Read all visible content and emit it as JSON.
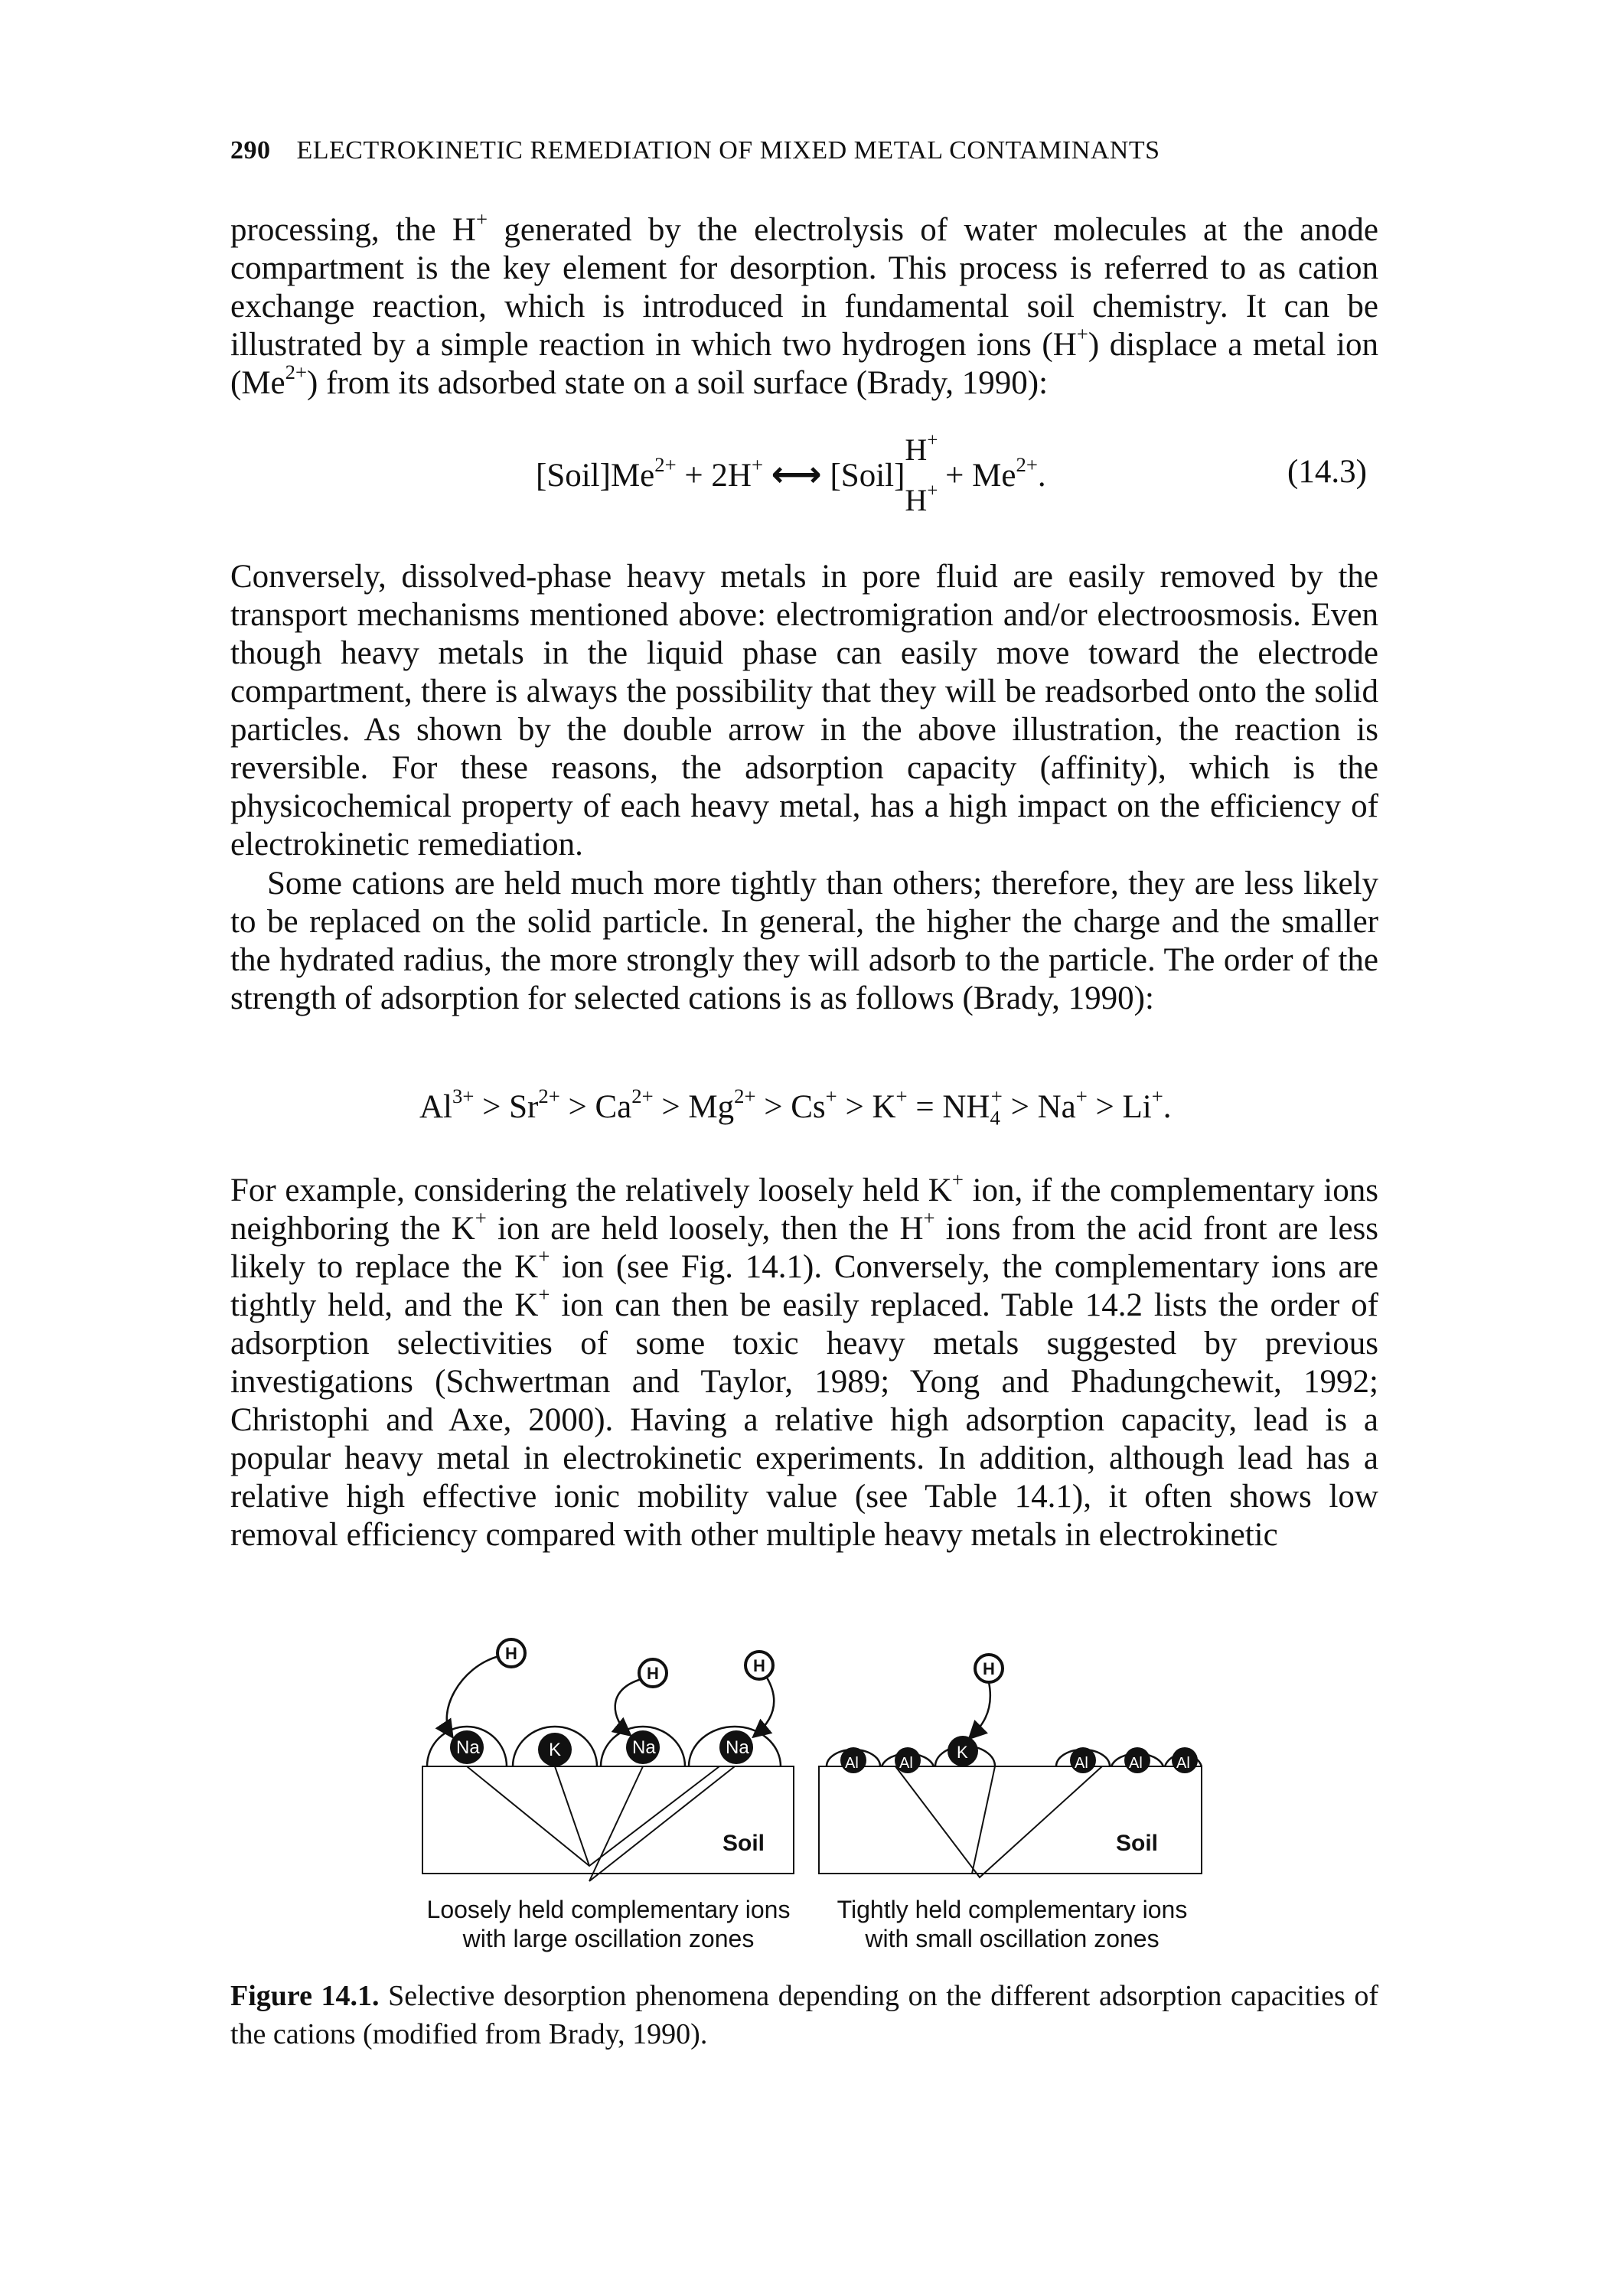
{
  "header": {
    "page_number": "290",
    "title": "ELECTROKINETIC REMEDIATION OF MIXED METAL CONTAMINANTS"
  },
  "paragraph1": {
    "t1": "processing, the H",
    "s1": "+",
    "t2": " generated by the electrolysis of water molecules at the anode compartment is the key element for desorption. This process is referred to as cation exchange reaction, which is introduced in fundamental soil chemistry. It can be illustrated by a simple reaction in which two hydrogen ions (H",
    "s2": "+",
    "t3": ") displace a metal ion (Me",
    "s3": "2+",
    "t4": ") from its adsorbed state on a soil surface (Brady, 1990):"
  },
  "equation_14_3": {
    "lhs": "[Soil]Me",
    "lhs_sup": "2+",
    "plus1": " + 2H",
    "plus1_sup": "+",
    "arrow": "⟷",
    "rhs": " [Soil]",
    "h_top": "H",
    "h_top_sup": "+",
    "h_bot": "H",
    "h_bot_sup": "+",
    "rhs2": " + Me",
    "rhs2_sup": "2+",
    "end": ".",
    "number": "(14.3)"
  },
  "paragraph2": "Conversely, dissolved-phase heavy metals in pore fluid are easily removed by the transport mechanisms mentioned above: electromigration and/or electroosmosis. Even though heavy metals in the liquid phase can easily move toward the electrode compartment, there is always the possibility that they will be readsorbed onto the solid particles. As shown by the double arrow in the above illustration, the reaction is reversible. For these reasons, the adsorption capacity (affinity), which is the physicochemical property of each heavy metal, has a high impact on the efficiency of electrokinetic remediation.",
  "paragraph3": "Some cations are held much more tightly than others; therefore, they are less likely to be replaced on the solid particle. In general, the higher the charge and the smaller the hydrated radius, the more strongly they will adsorb to the particle. The order of the strength of adsorption for selected cations is as follows (Brady, 1990):",
  "series": {
    "a": "Al",
    "a_s": "3+",
    "b": " > Sr",
    "b_s": "2+",
    "c": " > Ca",
    "c_s": "2+",
    "d": " > Mg",
    "d_s": "2+",
    "e": " > Cs",
    "e_s": "+",
    "f": " > K",
    "f_s": "+",
    "g": " = NH",
    "g_sub": "4",
    "g_s": "+",
    "h": " > Na",
    "h_s": "+",
    "i": " > Li",
    "i_s": "+",
    "end": "."
  },
  "paragraph4": {
    "t1": "For example, considering the relatively loosely held K",
    "s1": "+",
    "t2": " ion, if the complementary ions neighboring the K",
    "s2": "+",
    "t3": " ion are held loosely, then the H",
    "s3": "+",
    "t4": " ions from the acid front are less likely to replace the K",
    "s4": "+",
    "t5": " ion (see Fig. 14.1). Conversely, the complementary ions are tightly held, and the K",
    "s5": "+",
    "t6": " ion can then be easily replaced. Table 14.2 lists the order of adsorption selectivities of some toxic heavy metals suggested by previous investigations (Schwertman and Taylor, 1989; Yong and Phadungchewit, 1992; Christophi and Axe, 2000). Having a relative high adsorption capacity, lead is a popular heavy metal in electrokinetic experiments. In addition, although lead has a relative high effective ionic mobility value (see Table 14.1), it often shows low removal efficiency compared with other multiple heavy metals in electrokinetic"
  },
  "figure": {
    "left_panel": {
      "soil_label": "Soil",
      "ions": [
        "Na",
        "K",
        "Na",
        "Na"
      ],
      "h_ions": [
        "H",
        "H",
        "H"
      ],
      "label_line1": "Loosely held complementary ions",
      "label_line2": "with large oscillation zones"
    },
    "right_panel": {
      "soil_label": "Soil",
      "ions": [
        "Al",
        "Al",
        "K",
        "Al",
        "Al",
        "Al"
      ],
      "h_ions": [
        "H"
      ],
      "label_line1": "Tightly held complementary ions",
      "label_line2": "with small oscillation zones"
    }
  },
  "caption": {
    "label": "Figure 14.1.",
    "text": " Selective desorption phenomena depending on the different adsorption capacities of the cations (modified from Brady, 1990)."
  }
}
